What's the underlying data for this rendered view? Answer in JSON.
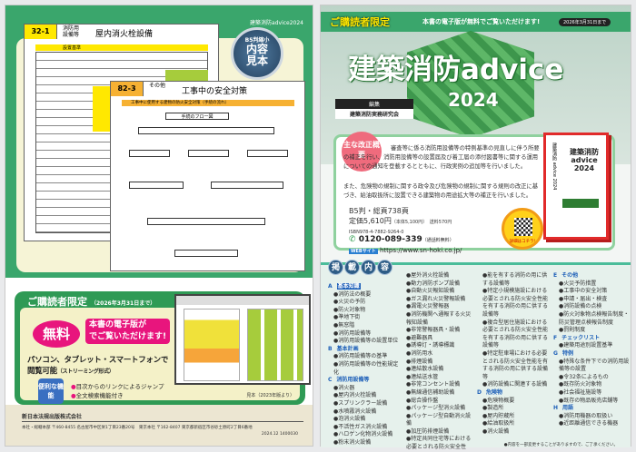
{
  "left": {
    "header_small": "建築消防advice2024",
    "sample_badge": {
      "small": "B5判縮小",
      "big1": "内容",
      "big2": "見本"
    },
    "page1": {
      "no": "32-1",
      "category": "消防用\n設備等",
      "title": "屋内消火栓設備",
      "bar": "設置基準"
    },
    "page2": {
      "no": "82-3",
      "category": "その他",
      "title": "工事中の安全対策",
      "bar": "工事中に使用する建物の防火安全対策（手続の流れ）",
      "flow": "手続のフロー図"
    },
    "promo": {
      "title": "ご購読者限定",
      "until": "（2026年3月31日まで）",
      "free": "無料",
      "message1": "本書の電子版が",
      "message2": "でご覧いただけます!",
      "device1": "パソコン、タブレット・スマートフォンで",
      "device2": "閲覧可能",
      "device_note": "（ストリーミング形式）",
      "feature_badge": "便利な機能",
      "features": [
        "目次からのリンクによるジャンプ",
        "全文検索機能付き"
      ],
      "caption": "見本（2023年版より）"
    },
    "footer": {
      "company": "新日本法規出版株式会社",
      "address": "本社・総轄本部 〒460-8455 名古屋市中区栄1丁目23番20号　東京本社 〒162-8407 東京都新宿区市谷砂土原町2丁目6番地",
      "code": "2024.12 1400030"
    }
  },
  "right": {
    "reader_limited": "ご購読者限定",
    "free_text": "本書の電子版が無料でご覧いただけます!",
    "until": "2026年3月31日まで",
    "title": "建築消防advice",
    "year": "2024",
    "editor_label": "編集",
    "editor": "建築消防実務研究会",
    "main_revision": "主な改正概要",
    "revision1": "審査等に係る消防用設備等の特例基準の見直しに伴う所要の補正を行い、消防用設備等の設置届及び着工届の添付図書等に関する運用についての通知を登載するとともに、行政実例の追加等を行いました。",
    "revision2": "また、危険物の規制に関する政令及び危険物の規制に関する規則の改正に基づき、給油取扱所に設置できる建築物の用途拡大等の補正を行いました。",
    "spec": "B5判・総頁738頁",
    "price": "定価5,610円",
    "price_note": "（本体5,100円）",
    "shipping": "送料570円",
    "isbn": "ISBN978-4-7882-9264-0",
    "phone": "0120-089-339",
    "phone_note": "（通話料無料）",
    "web_label": "WEBサイト",
    "url": "https://www.sn-hoki.co.jp/",
    "qr_label": "詳細はコチラ!",
    "book_title": "建築消防 advice 2024",
    "contents_title": [
      "掲",
      "載",
      "内",
      "容"
    ],
    "contents": {
      "col1": [
        {
          "h": "A",
          "t": "基本知識"
        },
        "消防法の概要",
        "火災の予防",
        "防火対象物",
        "準地下街",
        "無窓階",
        "消防用設備等",
        "消防用設備等の設置単位",
        {
          "h": "B",
          "t": "基本計画"
        },
        "消防用設備等の基準",
        "消防用設備等の性能規定化",
        {
          "h": "C",
          "t": "消防用設備等"
        },
        "消火器",
        "屋内消火栓設備",
        "スプリンクラー設備",
        "水噴霧消火設備",
        "泡消火設備",
        "不活性ガス消火設備",
        "ハロゲン化物消火設備",
        "粉末消火設備"
      ],
      "col2": [
        "屋外消火栓設備",
        "動力消防ポンプ設備",
        "自動火災報知設備",
        "ガス漏れ火災警報設備",
        "漏電火災警報器",
        "消防機関へ通報する火災報知設備",
        "非常警報器具・設備",
        "避難器具",
        "誘導灯・誘導標識",
        "消防用水",
        "排煙設備",
        "連結散水設備",
        "連結送水管",
        "非常コンセント設備",
        "無線通信補助設備",
        "総合操作盤",
        "パッケージ型消火設備",
        "パッケージ型自動消火設備",
        "加圧防排煙設備",
        "特定共同住宅等における必要とされる防火安全性"
      ],
      "col3": [
        "能を有する消防の用に供する設備等",
        "特定小規模施設における必要とされる防火安全性能を有する消防の用に供する設備等",
        "複合型居住施設における必要とされる防火安全性能を有する消防の用に供する設備等",
        "特定駐車場における必要とされる防火安全性能を有する消防の用に供する設備等",
        "消防設備に関連する設備",
        {
          "h": "D",
          "t": "危険物"
        },
        "危険物概要",
        "製造所",
        "屋内貯蔵所",
        "給油取扱所",
        "消火設備"
      ],
      "col4": [
        {
          "h": "E",
          "t": "その他"
        },
        "火災予防措置",
        "工事中の安全対策",
        "申請・届出・検査",
        "消防設備の点検",
        "防火対象物点検報告制度・防災管理点検報告制度",
        "罰則制度",
        {
          "h": "F",
          "t": "チェックリスト"
        },
        "建築用途別設置基準",
        {
          "h": "G",
          "t": "特例"
        },
        "特殊な条件下での消防用設備等の設置",
        "令32条によるもの",
        "既存防火対象物",
        "社会福祉施設等",
        "既存の物品販売店舗等",
        {
          "h": "H",
          "t": "用語"
        },
        "消防用機器の取扱い",
        "近距離通信できる機器"
      ]
    },
    "note": "●内容を一部変更することがありますので、ご了承ください。"
  }
}
